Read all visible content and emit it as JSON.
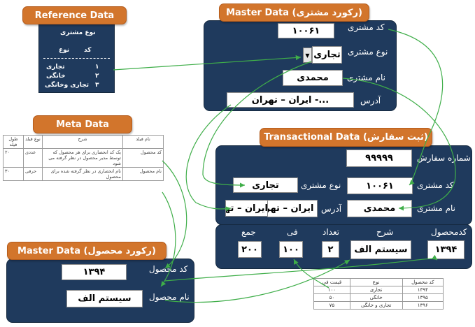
{
  "reference_data": {
    "tab_title": "Reference Data",
    "box_title": "نوع مشتری",
    "col_code": "کد",
    "col_type": "نوع",
    "rows": [
      {
        "code": "۱",
        "type": "تجاری"
      },
      {
        "code": "۲",
        "type": "خانگی"
      },
      {
        "code": "۳",
        "type": "تجاری وخانگی"
      }
    ]
  },
  "master_customer": {
    "tab_title": "Master  Data  (رکورد مشتری)",
    "fields": {
      "code_label": "کد مشتری",
      "code_value": "۱۰۰۶۱",
      "type_label": "نوع مشتری",
      "type_value": "تجاری",
      "name_label": "نام مشتری",
      "name_value": "محمدی",
      "address_label": "آدرس",
      "address_value": "ایران – تهران -..."
    }
  },
  "meta_data": {
    "tab_title": "Meta  Data",
    "headers": [
      "نام فیلد",
      "شرح",
      "نوع فیلد",
      "طول فیلد"
    ],
    "rows": [
      {
        "name": "کد محصول",
        "desc": "یک کد انحصاری برای هر محصول که توسط مدیر محصول در نظر گرفته می شود",
        "type": "عددی",
        "length": "۲۰"
      },
      {
        "name": "نام محصول",
        "desc": "نام انحصاری در نظر گرفته شده برای محصول",
        "type": "حرفی",
        "length": "۳۰"
      }
    ]
  },
  "transactional": {
    "tab_title": "Transactional  Data  (ثبت سفارش)",
    "order_no_label": "شماره سفارش",
    "order_no_value": "۹۹۹۹۹",
    "customer_code_label": "کد مشتری",
    "customer_code_value": "۱۰۰۶۱",
    "customer_type_label": "نوع مشتری",
    "customer_type_value": "تجاری",
    "customer_name_label": "نام مشتری",
    "customer_name_value": "محمدی",
    "address_label": "آدرس",
    "address_value": "ایران – تهران -...",
    "address_preview": "ایران – تهران -...",
    "customer_type_preview": "تجاری",
    "lines": {
      "headers": {
        "product_code": "کدمحصول",
        "desc": "شرح",
        "qty": "تعداد",
        "unit_price": "فی",
        "total": "جمع"
      },
      "values": {
        "product_code": "۱۳۹۴",
        "desc": "سیستم الف",
        "qty": "۲",
        "unit_price": "۱۰۰",
        "total": "۲۰۰"
      }
    }
  },
  "master_product": {
    "tab_title": "Master  Data  (رکورد محصول)",
    "code_label": "کد محصول",
    "code_value": "۱۳۹۴",
    "name_label": "نام محصول",
    "name_value": "سیستم الف"
  },
  "product_table": {
    "headers": [
      "کد محصول",
      "نوع",
      "قیمت فی"
    ],
    "rows": [
      [
        "۱۳۹۴",
        "تجاری",
        "۱۰۰"
      ],
      [
        "۱۳۹۵",
        "خانگی",
        "۵۰"
      ],
      [
        "۱۳۹۶",
        "تجاری و خانگی",
        "۷۵"
      ]
    ]
  },
  "colors": {
    "orange": "#d2752c",
    "navy": "#1f3a5d",
    "connector_green": "#3fae49"
  }
}
